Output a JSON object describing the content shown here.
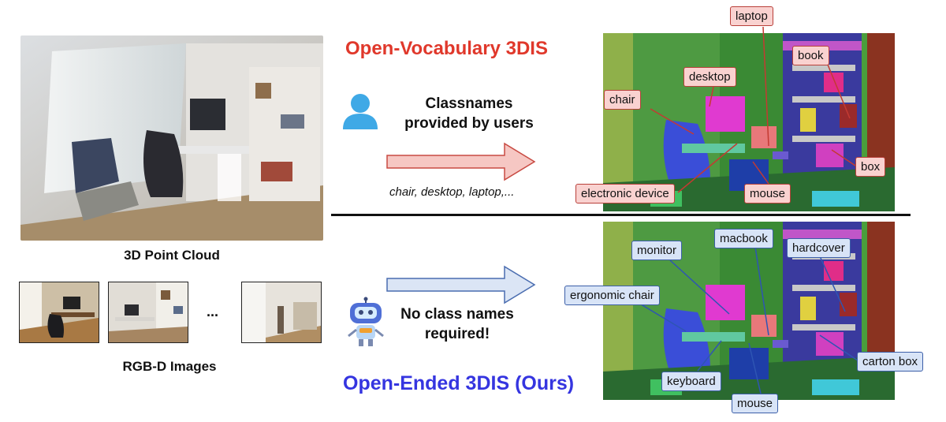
{
  "left": {
    "point_cloud_caption": "3D Point Cloud",
    "rgbd_caption": "RGB-D Images",
    "ellipsis": "..."
  },
  "top": {
    "title": "Open-Vocabulary 3DIS",
    "title_color": "#e0382b",
    "user_text_line1": "Classnames",
    "user_text_line2": "provided by users",
    "class_list": "chair, desktop, laptop,...",
    "labels": [
      "laptop",
      "book",
      "desktop",
      "chair",
      "box",
      "electronic device",
      "mouse"
    ]
  },
  "bottom": {
    "title": "Open-Ended 3DIS (Ours)",
    "title_color": "#3535e0",
    "robot_text_line1": "No class names",
    "robot_text_line2": "required!",
    "labels": [
      "macbook",
      "hardcover",
      "monitor",
      "ergonomic chair",
      "carton box",
      "keyboard",
      "mouse"
    ]
  },
  "icons": [
    "user-icon",
    "robot-icon",
    "arrow-right-icon"
  ]
}
